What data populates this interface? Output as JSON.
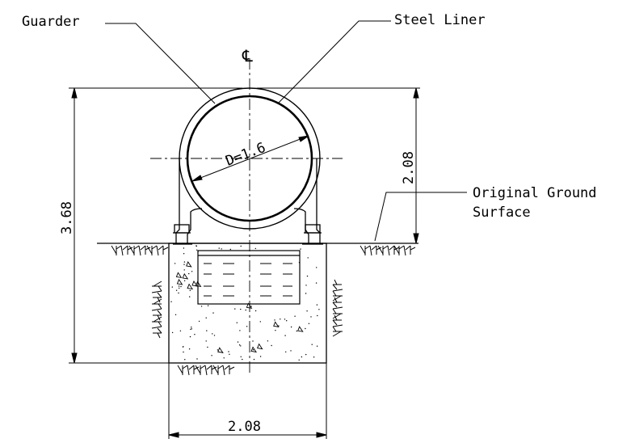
{
  "labels": {
    "guarder": "Guarder",
    "steel_liner": "Steel Liner",
    "original_ground_line1": "Original Ground",
    "original_ground_line2": "Surface",
    "centerline_symbol": "℄",
    "diameter": "D=1.6"
  },
  "dimensions": {
    "total_height": "3.68",
    "upper_height": "2.08",
    "base_width": "2.08"
  },
  "colors": {
    "line": "#000000",
    "background": "#ffffff"
  }
}
